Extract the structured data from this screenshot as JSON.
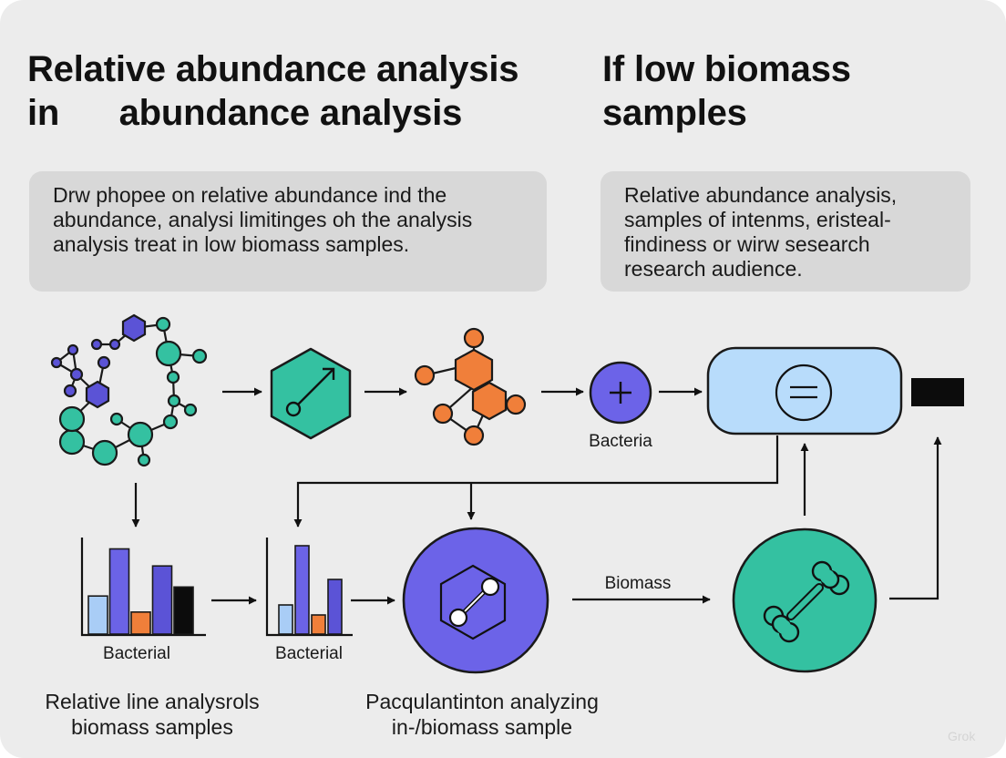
{
  "titles": {
    "left": [
      "Relative abundance analysis",
      "in      abundance analysis"
    ],
    "right": [
      "If low biomass",
      "samples"
    ]
  },
  "callouts": {
    "left": [
      "Drw phopee on relative abundance ind the",
      "abundance, analysi limitinges oh the analysis",
      "analysis treat in low biomass samples."
    ],
    "right": [
      "Relative abundance analysis,",
      "samples of intenms, eristeal-",
      "findiness or wirw sesearch",
      "research audience."
    ]
  },
  "labels": {
    "bacteria": "Bacteria",
    "bacterial_1": "Bacterial",
    "bacterial_2": "Bacterial",
    "biomass": "Biomass"
  },
  "captions": {
    "left": [
      "Relative line analysrols",
      "biomass samples"
    ],
    "middle": [
      "Pacqulantinton analyzing",
      "in-/biomass sample"
    ]
  },
  "bar_charts": [
    {
      "values": [
        0.38,
        0.85,
        0.22,
        0.68,
        0.47
      ],
      "colors": [
        "#a9cdf6",
        "#6b63e6",
        "#f07f3a",
        "#5b53d6",
        "#0c0c0c"
      ]
    },
    {
      "values": [
        0.32,
        0.97,
        0.21,
        0.6
      ],
      "colors": [
        "#a9cdf6",
        "#6b63e6",
        "#f07f3a",
        "#5b53d6"
      ]
    }
  ],
  "watermark": "Grok",
  "colors": {
    "background": "#ececec",
    "callout": "#d8d8d8",
    "teal": "#34c1a1",
    "purple": "#6c63e8",
    "orange": "#f07f3a",
    "light_blue": "#b8dcfb",
    "black": "#0c0c0c"
  },
  "icons": [
    "molecule-network-icon",
    "hexagon-arrow-icon",
    "orange-molecule-icon",
    "plus-circle-icon",
    "equals-icon",
    "black-rectangle-icon",
    "bar-chart-icon",
    "hexagon-link-icon",
    "bone-icon",
    "arrow-icon"
  ]
}
